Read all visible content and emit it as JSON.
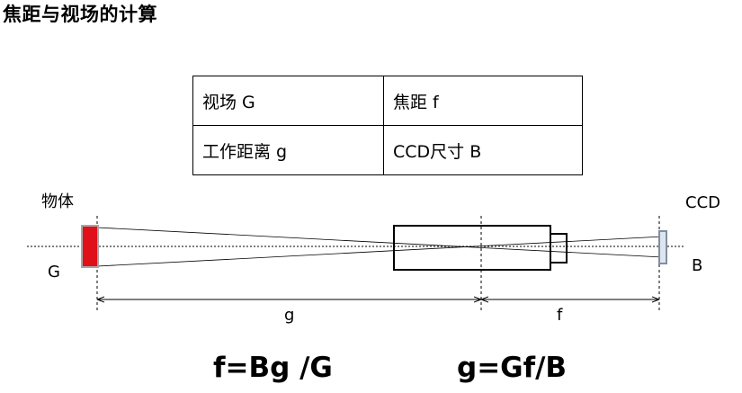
{
  "title": "焦距与视场的计算",
  "table": {
    "rows": [
      [
        "视场 G",
        "焦距 f"
      ],
      [
        "工作距离 g",
        "CCD尺寸 B"
      ]
    ]
  },
  "diagram": {
    "object_label": "物体",
    "object_size_label": "G",
    "sensor_label": "CCD",
    "sensor_size_label": "B",
    "distance_g_label": "g",
    "distance_f_label": "f",
    "colors": {
      "object_fill": "#e0101a",
      "object_border": "#a6a6a6",
      "sensor_fill": "#dde6ef",
      "sensor_border": "#7f8fa0"
    }
  },
  "formulas": {
    "focal_length": "f=Bg /G",
    "working_distance": "g=Gf/B"
  }
}
